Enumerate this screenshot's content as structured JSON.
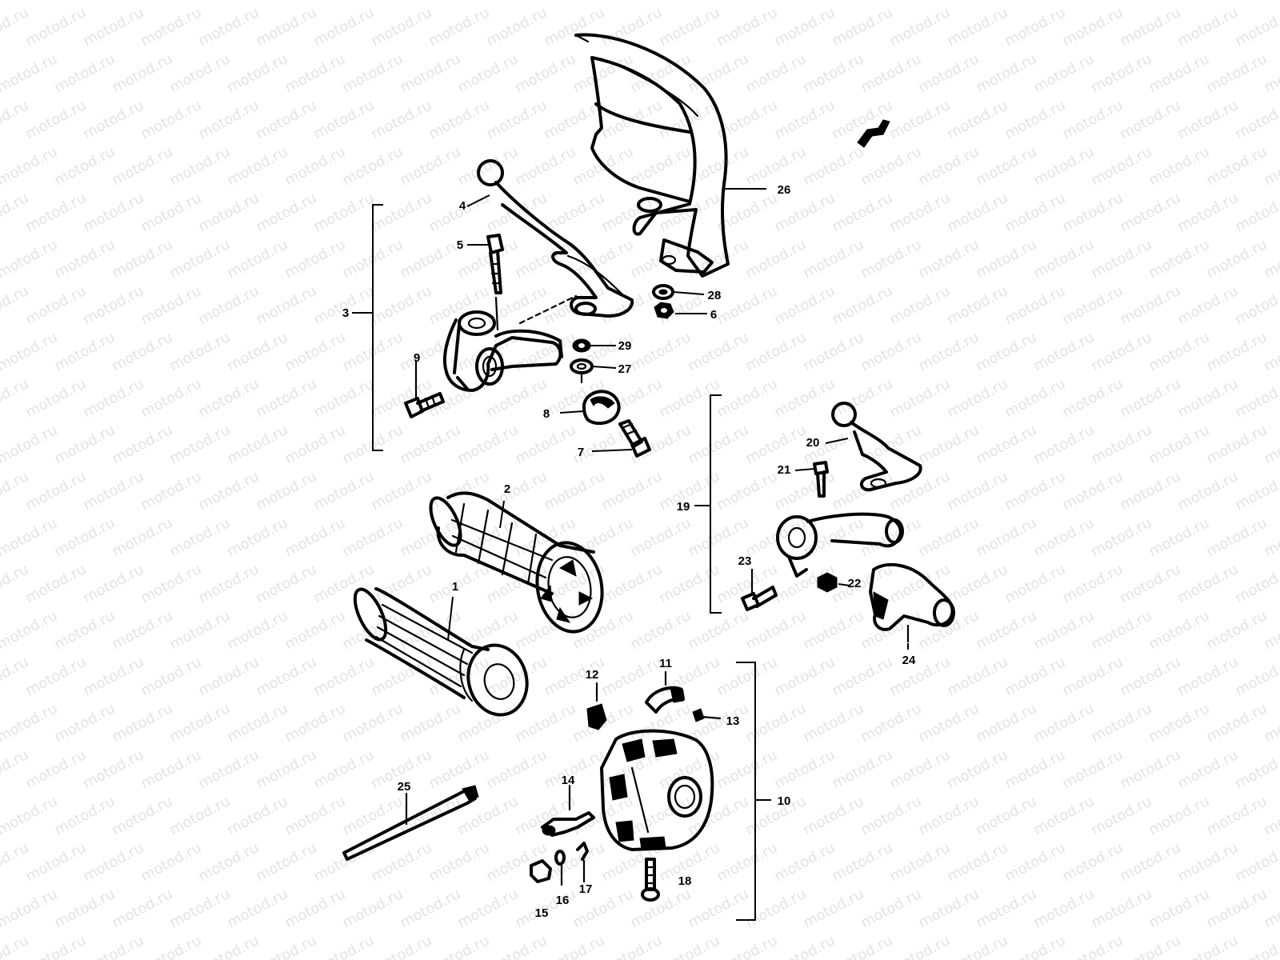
{
  "watermark": {
    "text": "motod.ru"
  },
  "colors": {
    "ink": "#000000",
    "background": "#ffffff"
  },
  "parts": [
    {
      "id": "1",
      "label": "1",
      "name": "grip"
    },
    {
      "id": "2",
      "label": "2",
      "name": "grip"
    },
    {
      "id": "3",
      "label": "3",
      "name": "bracket-group"
    },
    {
      "id": "4",
      "label": "4",
      "name": "lever"
    },
    {
      "id": "5",
      "label": "5",
      "name": "bolt"
    },
    {
      "id": "6",
      "label": "6",
      "name": "nut"
    },
    {
      "id": "7",
      "label": "7",
      "name": "bolt"
    },
    {
      "id": "8",
      "label": "8",
      "name": "cover"
    },
    {
      "id": "9",
      "label": "9",
      "name": "bolt"
    },
    {
      "id": "10",
      "label": "10",
      "name": "switch-group"
    },
    {
      "id": "11",
      "label": "11",
      "name": "switch-knob"
    },
    {
      "id": "12",
      "label": "12",
      "name": "switch-button"
    },
    {
      "id": "13",
      "label": "13",
      "name": "screw"
    },
    {
      "id": "14",
      "label": "14",
      "name": "switch-contact"
    },
    {
      "id": "15",
      "label": "15",
      "name": "clip"
    },
    {
      "id": "16",
      "label": "16",
      "name": "spring"
    },
    {
      "id": "17",
      "label": "17",
      "name": "spring"
    },
    {
      "id": "18",
      "label": "18",
      "name": "screw"
    },
    {
      "id": "19",
      "label": "19",
      "name": "bracket-group"
    },
    {
      "id": "20",
      "label": "20",
      "name": "lever"
    },
    {
      "id": "21",
      "label": "21",
      "name": "bolt"
    },
    {
      "id": "22",
      "label": "22",
      "name": "nut"
    },
    {
      "id": "23",
      "label": "23",
      "name": "bolt"
    },
    {
      "id": "24",
      "label": "24",
      "name": "holder"
    },
    {
      "id": "25",
      "label": "25",
      "name": "cable-tie"
    },
    {
      "id": "26",
      "label": "26",
      "name": "hand-guard"
    },
    {
      "id": "27",
      "label": "27",
      "name": "washer"
    },
    {
      "id": "28",
      "label": "28",
      "name": "washer"
    },
    {
      "id": "29",
      "label": "29",
      "name": "washer"
    }
  ]
}
